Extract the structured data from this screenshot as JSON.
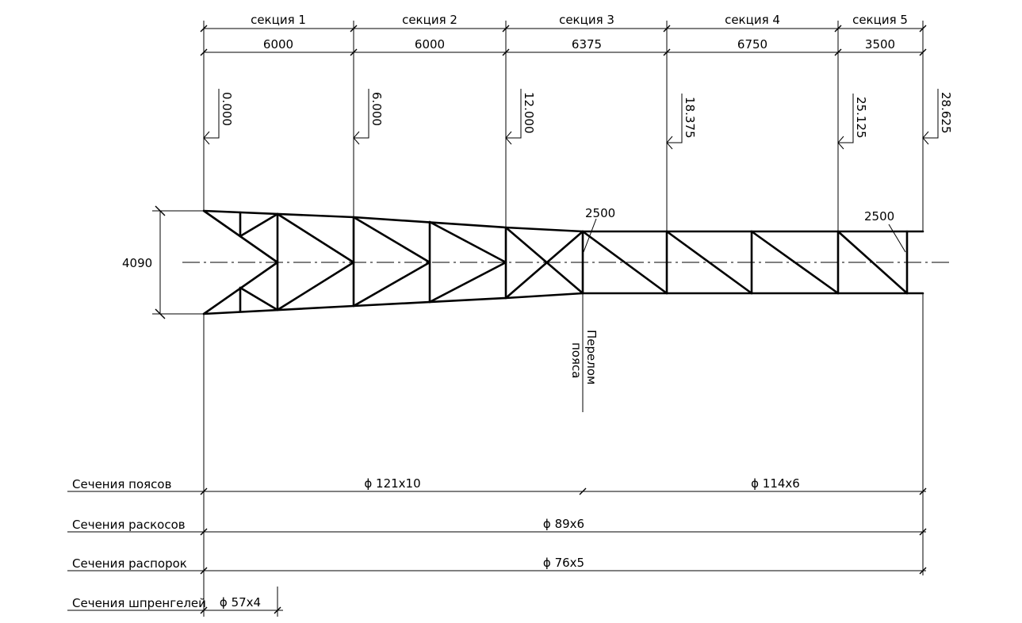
{
  "sections": {
    "names": [
      "секция 1",
      "секция 2",
      "секция 3",
      "секция 4",
      "секция 5"
    ],
    "lengths": [
      "6000",
      "6000",
      "6375",
      "6750",
      "3500"
    ]
  },
  "elevations": [
    "0.000",
    "6.000",
    "12.000",
    "18.375",
    "25.125",
    "28.625"
  ],
  "truss": {
    "base_height": "4090",
    "top_height_left": "2500",
    "top_height_right": "2500",
    "chord_break_label_line1": "Перелом",
    "chord_break_label_line2": "пояса"
  },
  "member_sections": [
    {
      "label": "Сечения поясов",
      "values": [
        "ϕ 121x10",
        "ϕ 114x6"
      ]
    },
    {
      "label": "Сечения раскосов",
      "values": [
        "ϕ 89x6"
      ]
    },
    {
      "label": "Сечения распорок",
      "values": [
        "ϕ 76x5"
      ]
    },
    {
      "label": "Сечения шпренгелей",
      "values": [
        "ϕ 57x4"
      ]
    }
  ],
  "colors": {
    "line": "#000000",
    "background": "#ffffff"
  }
}
